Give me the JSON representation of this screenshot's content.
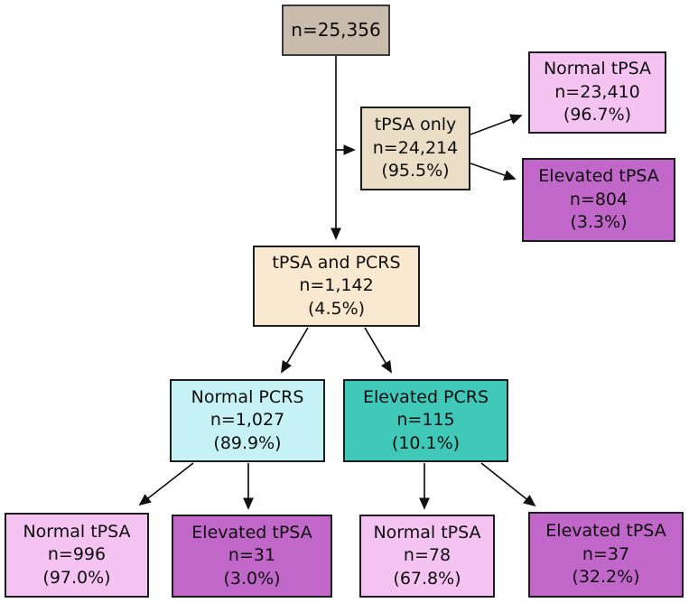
{
  "diagram": {
    "type": "flowchart",
    "description": "Screening cohort flow diagram of tPSA and PCRS test results"
  },
  "colors": {
    "root_fill": "#c9bcac",
    "tan_fill": "#ebdec6",
    "peach_fill": "#f9e9d1",
    "pink_fill": "#f5c3f2",
    "purple_fill": "#c167c9",
    "cyan_fill": "#c6f2f5",
    "teal_fill": "#40c8b9",
    "border": "#1c1c1c",
    "arrow": "#111111",
    "background": "#ffffff"
  },
  "nodes": {
    "root": {
      "count": "n=25,356"
    },
    "tpsa_only": {
      "title": "tPSA only",
      "count": "n=24,214",
      "percent": "(95.5%)"
    },
    "normal_tpsa_only": {
      "title": "Normal tPSA",
      "count": "n=23,410",
      "percent": "(96.7%)"
    },
    "elevated_tpsa_only": {
      "title": "Elevated tPSA",
      "count": "n=804",
      "percent": "(3.3%)"
    },
    "tpsa_pcrs": {
      "title": "tPSA and PCRS",
      "count": "n=1,142",
      "percent": "(4.5%)"
    },
    "normal_pcrs": {
      "title": "Normal PCRS",
      "count": "n=1,027",
      "percent": "(89.9%)"
    },
    "elevated_pcrs": {
      "title": "Elevated PCRS",
      "count": "n=115",
      "percent": "(10.1%)"
    },
    "normal_pcrs_normal_tpsa": {
      "title": "Normal tPSA",
      "count": "n=996",
      "percent": "(97.0%)"
    },
    "normal_pcrs_elevated_tpsa": {
      "title": "Elevated tPSA",
      "count": "n=31",
      "percent": "(3.0%)"
    },
    "elevated_pcrs_normal_tpsa": {
      "title": "Normal tPSA",
      "count": "n=78",
      "percent": "(67.8%)"
    },
    "elevated_pcrs_elevated_tpsa": {
      "title": "Elevated tPSA",
      "count": "n=37",
      "percent": "(32.2%)"
    }
  },
  "edges": [
    {
      "from": "root",
      "to": "tpsa_only"
    },
    {
      "from": "root",
      "to": "tpsa_pcrs"
    },
    {
      "from": "tpsa_only",
      "to": "normal_tpsa_only"
    },
    {
      "from": "tpsa_only",
      "to": "elevated_tpsa_only"
    },
    {
      "from": "tpsa_pcrs",
      "to": "normal_pcrs"
    },
    {
      "from": "tpsa_pcrs",
      "to": "elevated_pcrs"
    },
    {
      "from": "normal_pcrs",
      "to": "normal_pcrs_normal_tpsa"
    },
    {
      "from": "normal_pcrs",
      "to": "normal_pcrs_elevated_tpsa"
    },
    {
      "from": "elevated_pcrs",
      "to": "elevated_pcrs_normal_tpsa"
    },
    {
      "from": "elevated_pcrs",
      "to": "elevated_pcrs_elevated_tpsa"
    }
  ]
}
